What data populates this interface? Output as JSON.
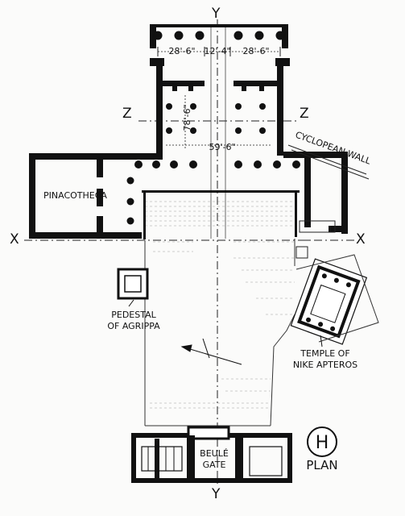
{
  "labels": {
    "pinacotheca": "PINACOTHECA",
    "cyclopean_wall": "CYCLOPEAN WALL",
    "pedestal_line1": "PEDESTAL",
    "pedestal_line2": "OF AGRIPPA",
    "nike_line1": "TEMPLE OF",
    "nike_line2": "NIKE APTEROS",
    "beule_line1": "BEULÉ",
    "beule_line2": "GATE",
    "plan": "PLAN",
    "compass_letter": "H"
  },
  "axes": {
    "x_left": "X",
    "x_right": "X",
    "z_left": "Z",
    "z_right": "Z",
    "y_top": "Y",
    "y_bottom": "Y"
  },
  "dimensions": {
    "left_width": "28'-6\"",
    "center_width": "12'-4\"",
    "right_width": "28'-6\"",
    "depth": "78'-6\"",
    "inner_width": "59'-6\""
  },
  "colors": {
    "wall": "#111111",
    "line": "#222222",
    "paper": "#fbfbfa"
  }
}
